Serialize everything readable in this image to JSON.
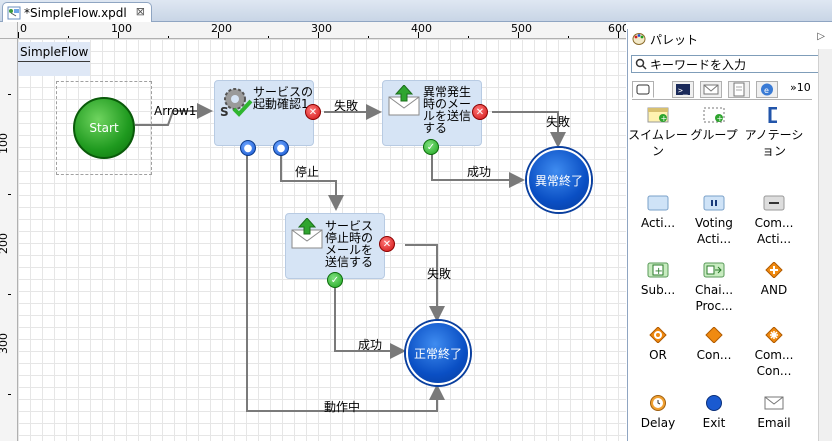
{
  "tab": {
    "title": "*SimpleFlow.xpdl",
    "close": "⊠"
  },
  "ruler": {
    "top": [
      "0",
      "100",
      "200",
      "300",
      "400",
      "500",
      "600"
    ],
    "left": [
      "100",
      "200",
      "300"
    ]
  },
  "diagram": {
    "name": "SimpleFlow",
    "nodes": {
      "start": "Start",
      "confirm": "サービスの起動確認1",
      "notify_fail": "異常発生時のメールを送信する",
      "abnormal_end": "異常終了",
      "notify_stop": "サービス停止時のメールを送信する",
      "normal_end": "正常終了"
    },
    "transitions": {
      "arrow1": "Arrow1",
      "fail1": "失敗",
      "fail2": "失敗",
      "fail3": "失敗",
      "stop": "停止",
      "success1": "成功",
      "success2": "成功",
      "running": "動作中"
    }
  },
  "palette": {
    "title": "パレット",
    "search_placeholder": "キーワードを入力",
    "more": "»10",
    "items": [
      [
        "スイムレーン",
        "グループ",
        "アノテーション"
      ],
      [
        "Acti...",
        "Voting Acti...",
        "Com... Acti..."
      ],
      [
        "Sub...",
        "Chai... Proc...",
        "AND"
      ],
      [
        "OR",
        "Con...",
        "Com... Con..."
      ],
      [
        "Delay",
        "Exit",
        "Email"
      ]
    ]
  }
}
